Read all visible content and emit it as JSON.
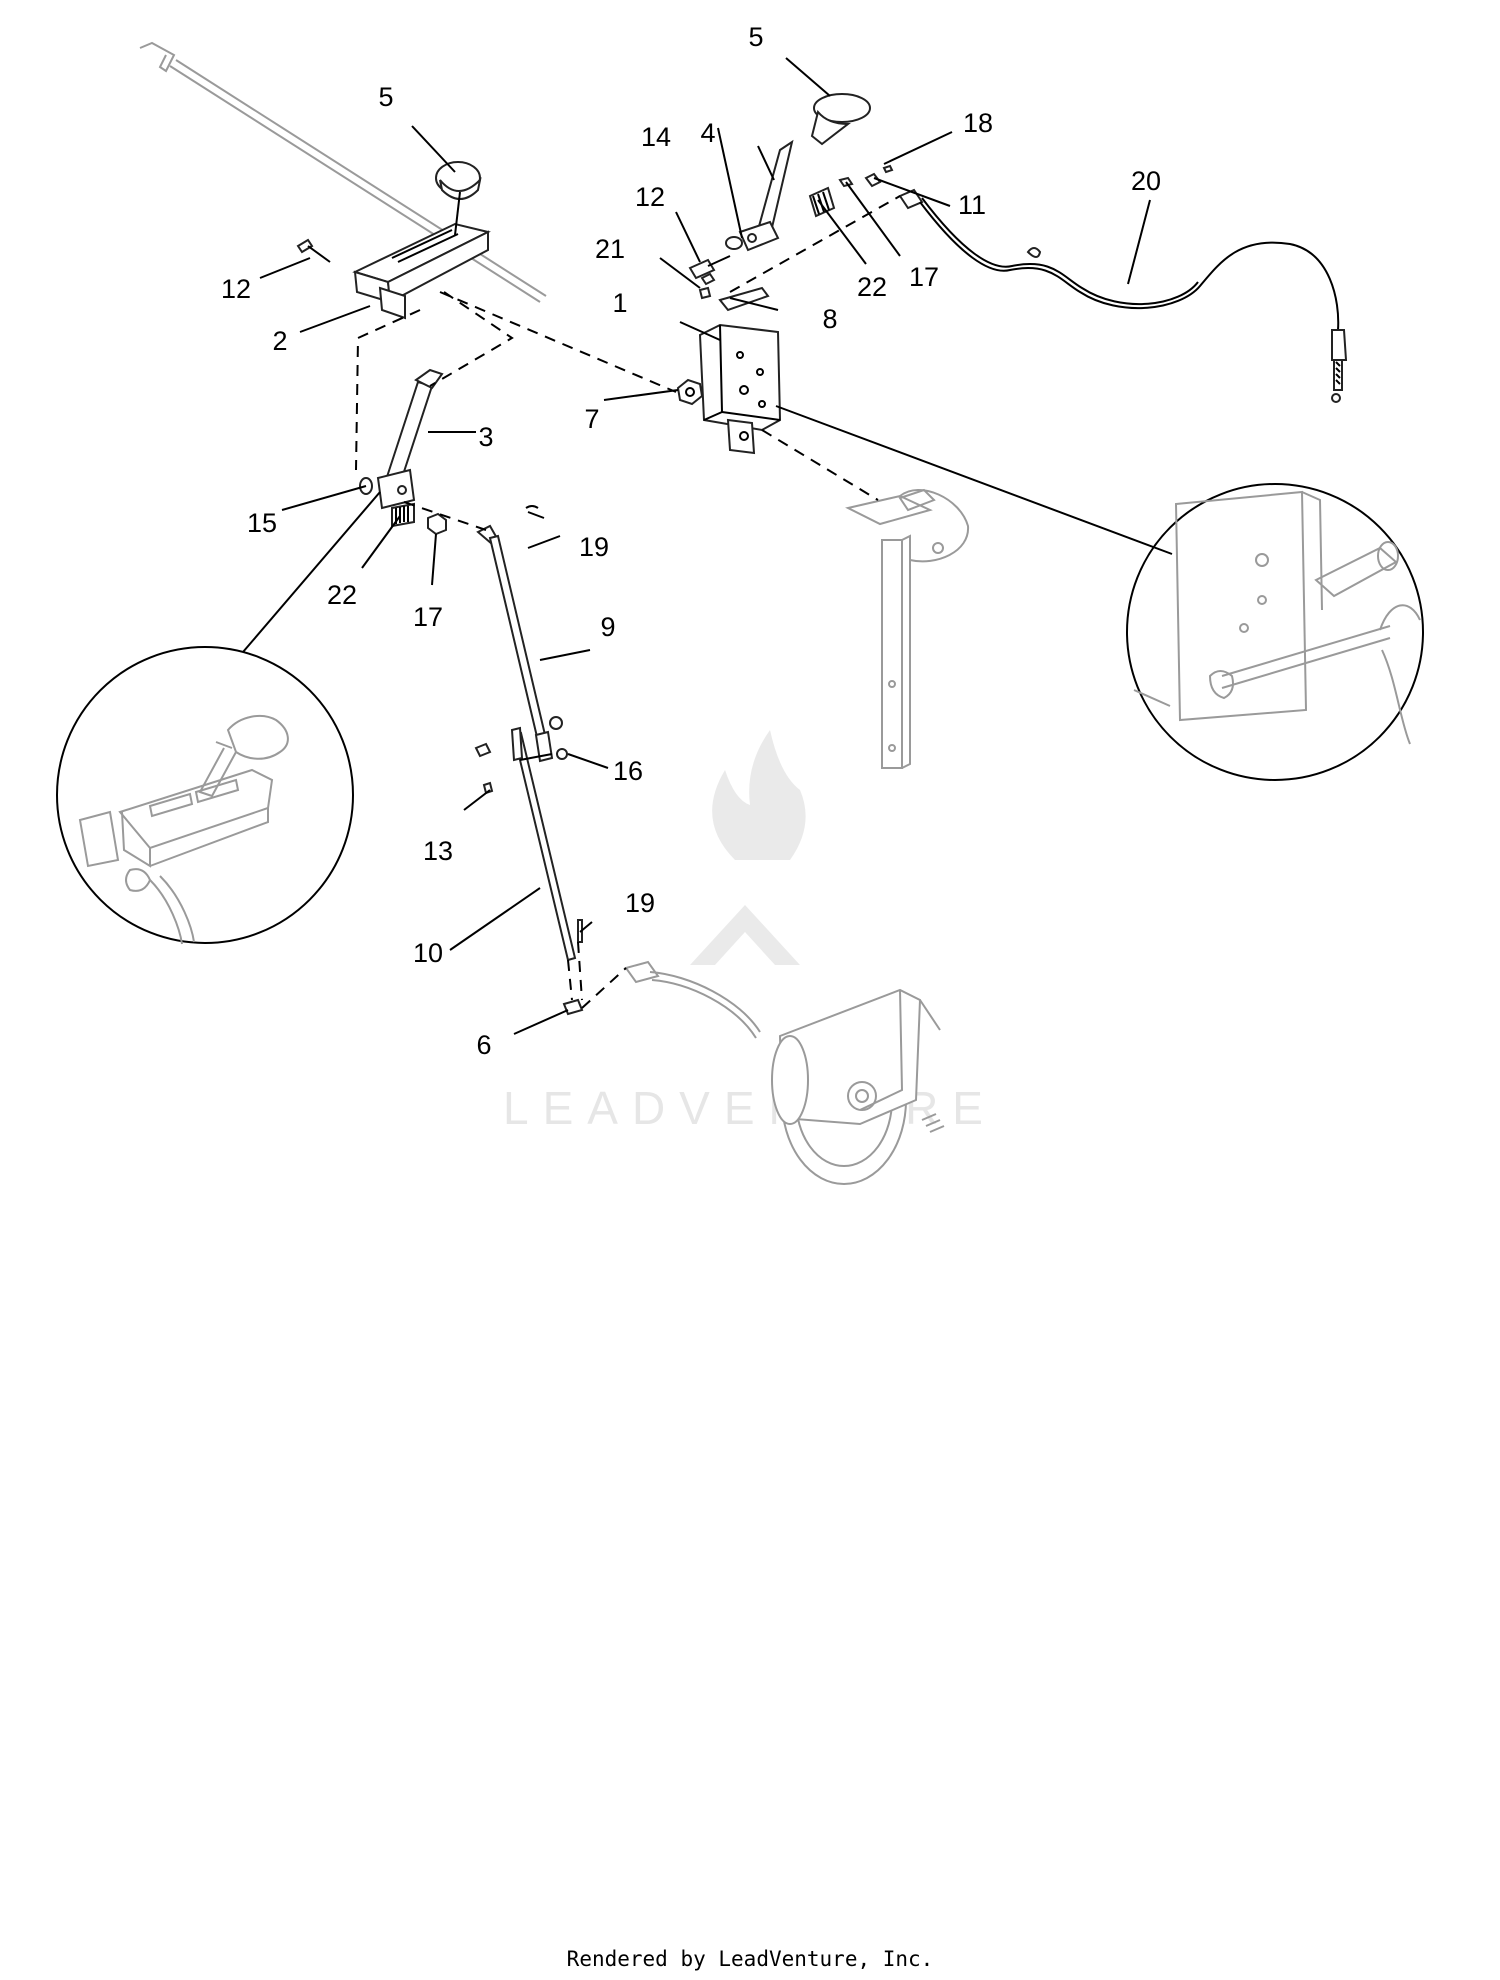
{
  "callouts": {
    "c1": "1",
    "c2": "2",
    "c3": "3",
    "c4": "4",
    "c5a": "5",
    "c5b": "5",
    "c6": "6",
    "c7": "7",
    "c8": "8",
    "c9": "9",
    "c10": "10",
    "c11": "11",
    "c12a": "12",
    "c12b": "12",
    "c13": "13",
    "c14": "14",
    "c15": "15",
    "c16": "16",
    "c17a": "17",
    "c17b": "17",
    "c18": "18",
    "c19a": "19",
    "c19b": "19",
    "c20": "20",
    "c21": "21",
    "c22a": "22",
    "c22b": "22"
  },
  "watermark": {
    "text": "LEADVENTURE"
  },
  "footer": {
    "text": "Rendered by LeadVenture, Inc."
  }
}
